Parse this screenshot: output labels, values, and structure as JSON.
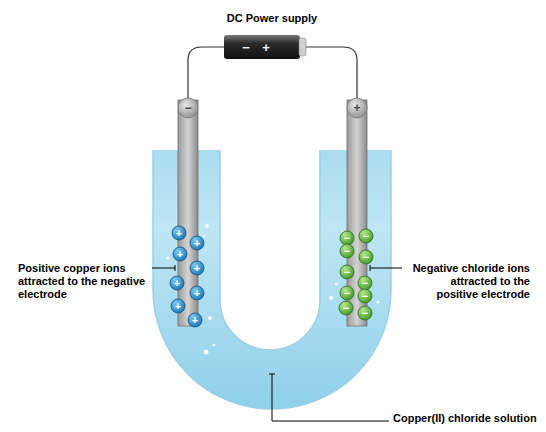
{
  "diagram": {
    "labels": [
      "DC Power supply",
      "−",
      "+",
      "−",
      "+",
      "Positive copper ions attracted to the negative electrode",
      "Negative chloride ions attracted to the positive electrode",
      "Copper(II) chloride solution",
      "+",
      "+",
      "+",
      "+",
      "+",
      "+",
      "+",
      "+",
      "−",
      "−",
      "−",
      "−",
      "−",
      "−",
      "−",
      "−",
      "−",
      "−"
    ]
  }
}
